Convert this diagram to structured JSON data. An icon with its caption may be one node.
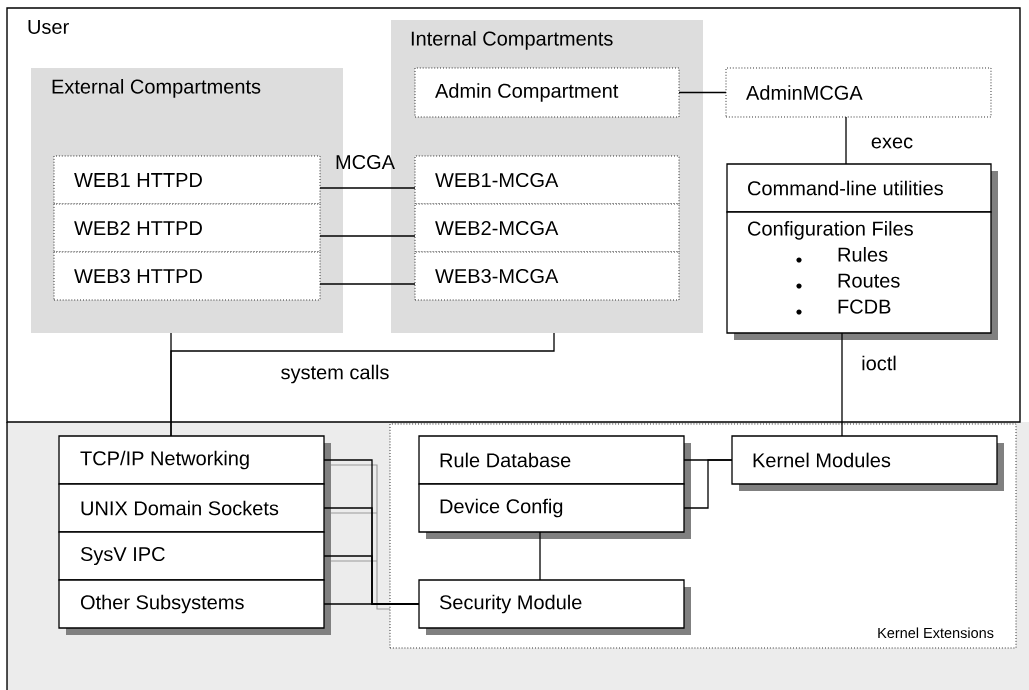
{
  "diagram": {
    "nodes": [
      {
        "text": [
          "User"
        ]
      },
      {
        "text": [
          "External Compartments"
        ],
        "in": 0
      },
      {
        "text": [
          "WEB1 HTTPD"
        ],
        "in": 1
      },
      {
        "text": [
          "WEB2 HTTPD"
        ],
        "in": 1
      },
      {
        "text": [
          "WEB3 HTTPD"
        ],
        "in": 1
      },
      {
        "text": [
          "Internal Compartments"
        ],
        "in": 0
      },
      {
        "text": [
          "Admin Compartment"
        ],
        "in": 5
      },
      {
        "text": [
          "WEB1-MCGA"
        ],
        "in": 5
      },
      {
        "text": [
          "WEB2-MCGA"
        ],
        "in": 5
      },
      {
        "text": [
          "WEB3-MCGA"
        ],
        "in": 5
      },
      {
        "text": [
          "AdminMCGA"
        ],
        "in": 0
      },
      {
        "text": [
          "Command-line utilities"
        ],
        "in": 0
      },
      {
        "text": [
          "Configuration Files",
          "Rules",
          "Routes",
          "FCDB"
        ],
        "in": 0
      },
      {
        "text": [
          "TCP/IP Networking"
        ]
      },
      {
        "text": [
          "UNIX Domain Sockets"
        ]
      },
      {
        "text": [
          "SysV IPC"
        ]
      },
      {
        "text": [
          "Other Subsystems"
        ]
      },
      {
        "text": [
          "Kernel Extensions"
        ]
      },
      {
        "text": [
          "Rule Database"
        ],
        "in": 17
      },
      {
        "text": [
          "Device Config"
        ],
        "in": 17
      },
      {
        "text": [
          "Kernel Modules"
        ],
        "in": 17
      },
      {
        "text": [
          "Security Module"
        ],
        "in": 17
      }
    ],
    "edges": [
      {
        "from": 6,
        "to": 10,
        "arrow": "none"
      },
      {
        "from": 2,
        "to": 7,
        "arrow": "none",
        "label": "MCGA"
      },
      {
        "from": 3,
        "to": 8,
        "arrow": "none"
      },
      {
        "from": 4,
        "to": 9,
        "arrow": "none"
      },
      {
        "from": 1,
        "to": 13,
        "arrow": "none"
      },
      {
        "from": 5,
        "to": 13,
        "arrow": "none",
        "label": "system calls"
      },
      {
        "from": 10,
        "to": 11,
        "arrow": "none",
        "label": "exec"
      },
      {
        "from": 12,
        "to": 20,
        "arrow": "none",
        "label": "ioctl"
      },
      {
        "from": 13,
        "to": 21,
        "arrow": "none"
      },
      {
        "from": 14,
        "to": 21,
        "arrow": "none"
      },
      {
        "from": 15,
        "to": 21,
        "arrow": "none"
      },
      {
        "from": 16,
        "to": 21,
        "arrow": "none"
      },
      {
        "from": 18,
        "to": 20,
        "arrow": "none"
      },
      {
        "from": 19,
        "to": 20,
        "arrow": "none"
      },
      {
        "from": 19,
        "to": 21,
        "arrow": "none"
      }
    ]
  }
}
